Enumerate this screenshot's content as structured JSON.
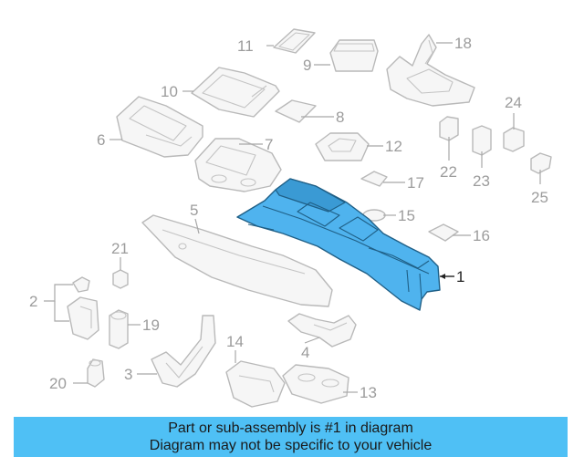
{
  "banner": {
    "line1": "Part or sub-assembly is #1 in diagram",
    "line2": "Diagram may not be specific to your vehicle",
    "background_color": "#4fc0f5"
  },
  "diagram": {
    "highlight_color": "#4fb3ee",
    "highlighted_part": "1",
    "callouts": {
      "c1": "1",
      "c2": "2",
      "c3": "3",
      "c4": "4",
      "c5": "5",
      "c6": "6",
      "c7": "7",
      "c8": "8",
      "c9": "9",
      "c10": "10",
      "c11": "11",
      "c12": "12",
      "c13": "13",
      "c14": "14",
      "c15": "15",
      "c16": "16",
      "c17": "17",
      "c18": "18",
      "c19": "19",
      "c20": "20",
      "c21": "21",
      "c22": "22",
      "c23": "23",
      "c24": "24",
      "c25": "25"
    }
  }
}
